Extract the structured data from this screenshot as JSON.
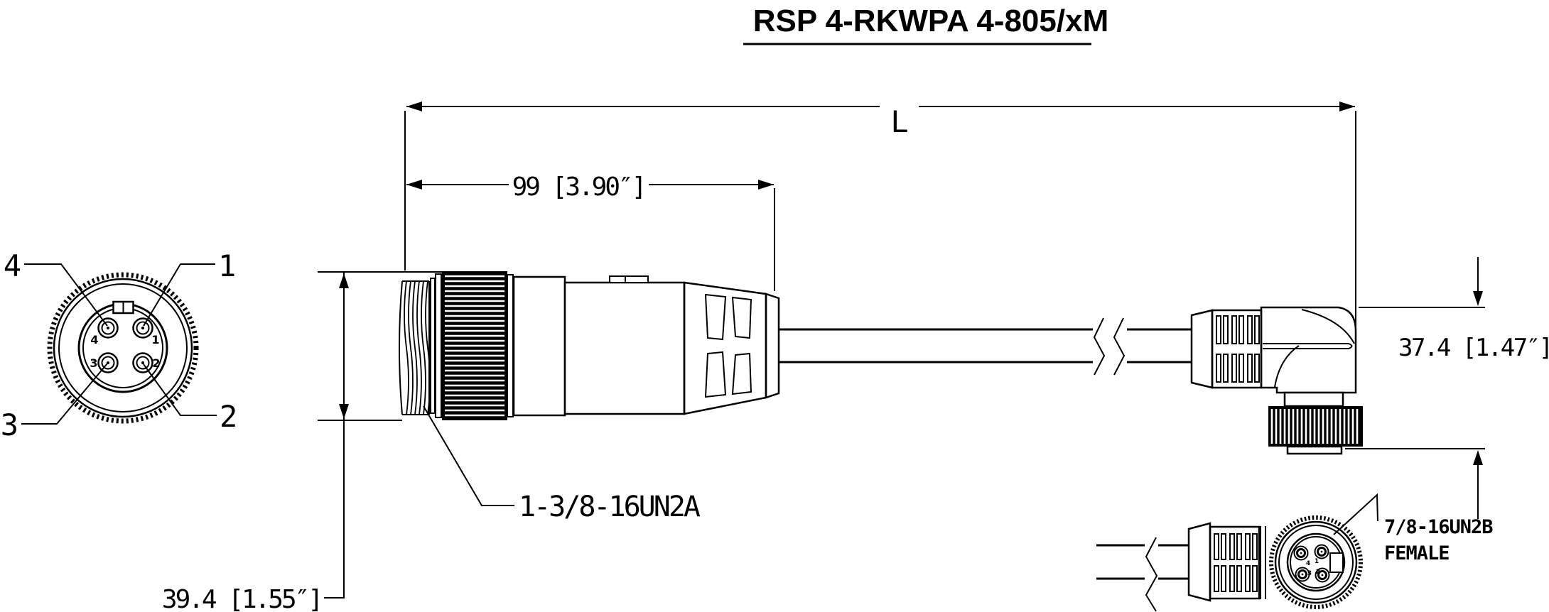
{
  "title": "RSP 4-RKWPA 4-805/xM",
  "dimensions": {
    "overall_length": "L",
    "connector_length": "99 [3.90″]",
    "connector_od": "39.4 [1.55″]",
    "elbow_height": "37.4 [1.47″]"
  },
  "thread_labels": {
    "male": "1-3/8-16UN2A",
    "female_line1": "7/8-16UN2B",
    "female_line2": "FEMALE"
  },
  "front_view": {
    "callout_4": "4",
    "callout_1": "1",
    "callout_3": "3",
    "callout_2": "2",
    "pin_4": "4",
    "pin_1": "1",
    "pin_3": "3",
    "pin_2": "2"
  },
  "face_view": {
    "pin_4": "4",
    "pin_1": "1",
    "pin_3": "3",
    "pin_2": "2"
  }
}
